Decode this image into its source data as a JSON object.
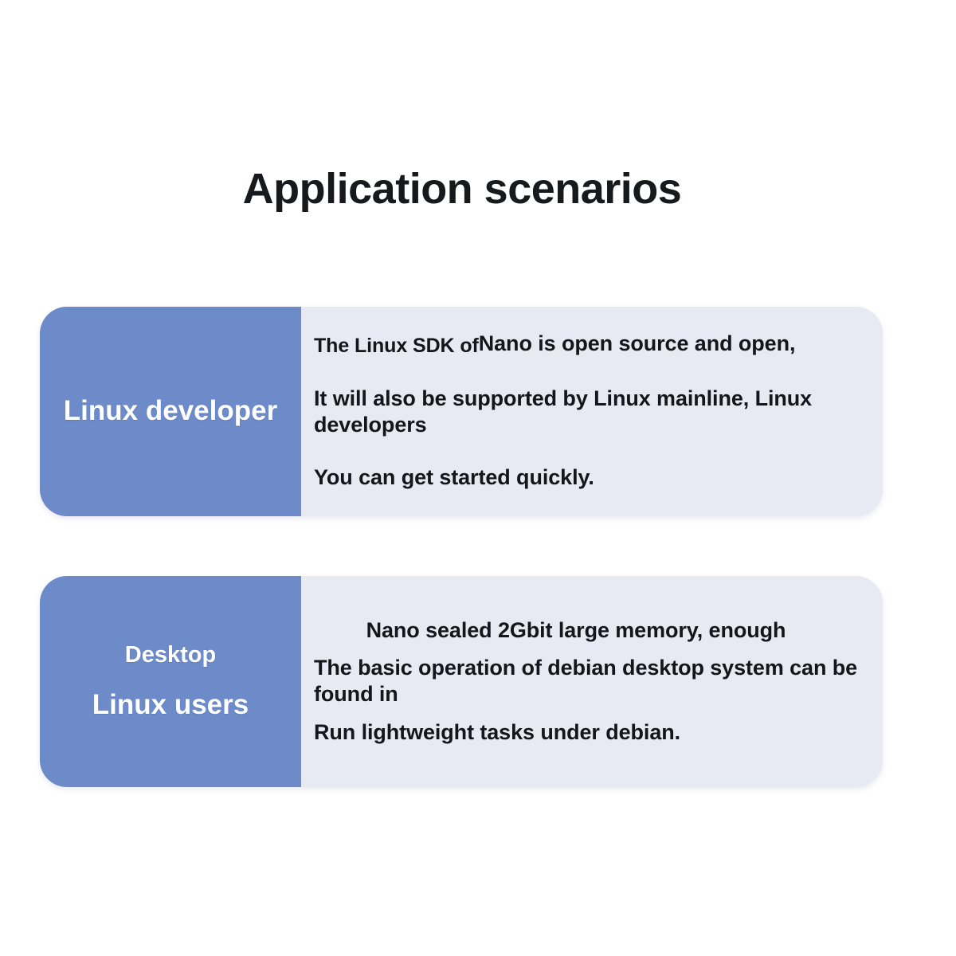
{
  "title": "Application scenarios",
  "theme": {
    "page_background": "#ffffff",
    "accent_blue": "#6d8ac9",
    "panel_background": "#e7e9f3",
    "label_text_color": "#ffffff",
    "body_text_color": "#14161c",
    "title_color": "#18191d"
  },
  "cards": [
    {
      "label_lines": [
        "Linux developer"
      ],
      "body_lines": [
        {
          "lead": "The Linux SDK of",
          "rest": "Nano is open source and open,"
        },
        {
          "text": "It will also be supported by Linux mainline, Linux developers"
        },
        {
          "text": "You can get started quickly."
        }
      ]
    },
    {
      "label_lines": [
        "Desktop",
        "Linux users"
      ],
      "body_lines": [
        {
          "text": "Nano sealed 2Gbit large memory, enough"
        },
        {
          "text": "The basic operation of debian desktop system can be found in"
        },
        {
          "text": "Run lightweight tasks under debian."
        }
      ]
    }
  ]
}
